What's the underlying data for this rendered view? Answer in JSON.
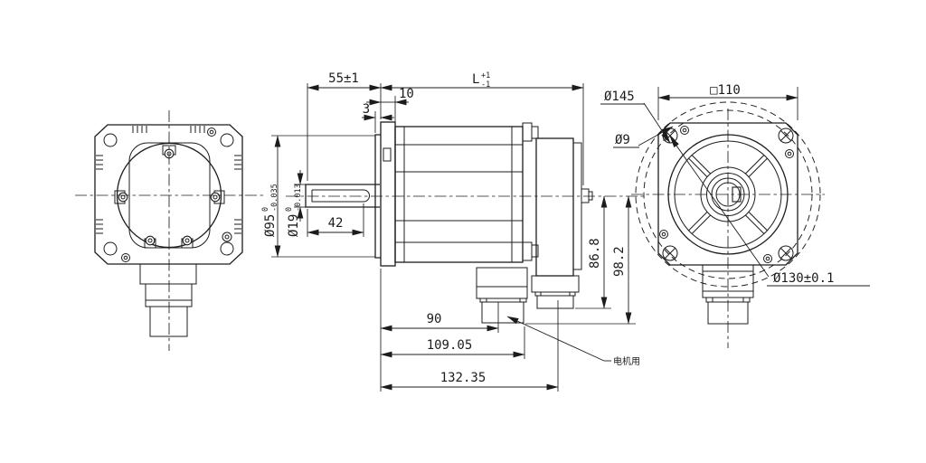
{
  "colors": {
    "ink": "#1c1c1c",
    "background": "#ffffff"
  },
  "side_view": {
    "dim_shaft_length": "55±1",
    "dim_flange_to_body": "10",
    "dim_spigot": "3",
    "dim_body_length_main": "L",
    "dim_body_length_sup": "+1",
    "dim_body_length_sub": "-1",
    "dia_spigot_main": "Ø95",
    "dia_spigot_sup": "0",
    "dia_spigot_sub": "-0.035",
    "dia_shaft_main": "Ø19",
    "dia_shaft_sup": "0",
    "dia_shaft_sub": "-0.013",
    "dim_keyway": "42",
    "dim_height_encoder_connector": "86.8",
    "dim_height_power_connector": "98.2",
    "dim_flange_to_connector": "90",
    "dim_flange_to_plug": "109.05",
    "dim_total_length": "132.35",
    "connector_leader_label": "电机用"
  },
  "front_view": {
    "dia_corner_circle": "Ø145",
    "dia_mounting_hole": "Ø9",
    "dim_flange_square": "□110",
    "dia_bolt_circle": "Ø130±0.1"
  }
}
